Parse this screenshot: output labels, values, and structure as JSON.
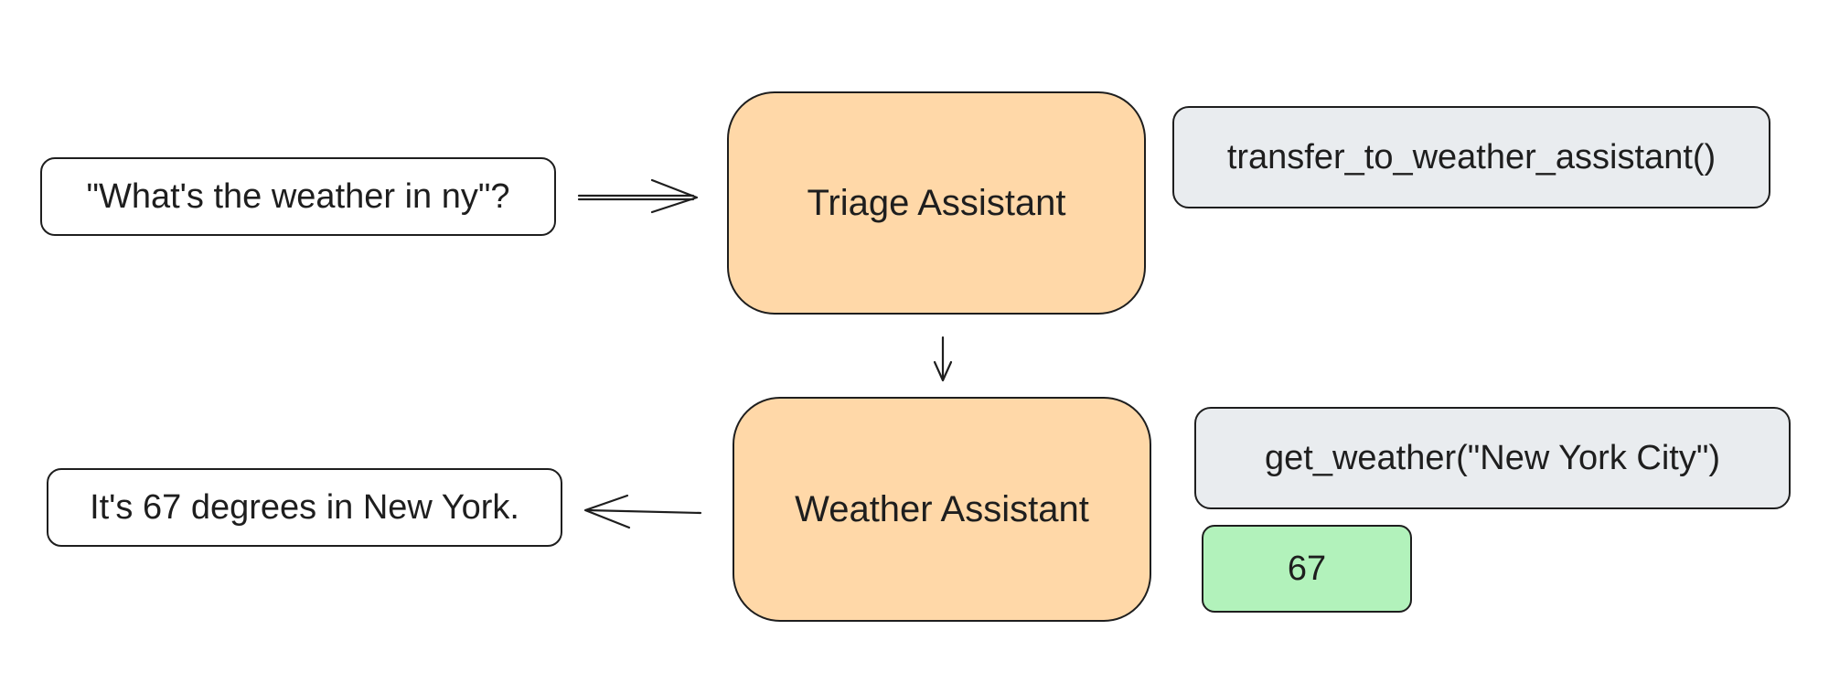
{
  "user_message": "\"What's the weather in ny\"?",
  "agents": {
    "triage": "Triage Assistant",
    "weather": "Weather Assistant"
  },
  "tool_calls": {
    "transfer": "transfer_to_weather_assistant()",
    "get_weather": "get_weather(\"New York City\")"
  },
  "tool_result": "67",
  "assistant_reply": "It's 67 degrees in New York.",
  "colors": {
    "agent_fill": "#ffd8a8",
    "tool_call_fill": "#e9ecef",
    "tool_result_fill": "#b2f2bb",
    "stroke": "#1e1e1e"
  }
}
